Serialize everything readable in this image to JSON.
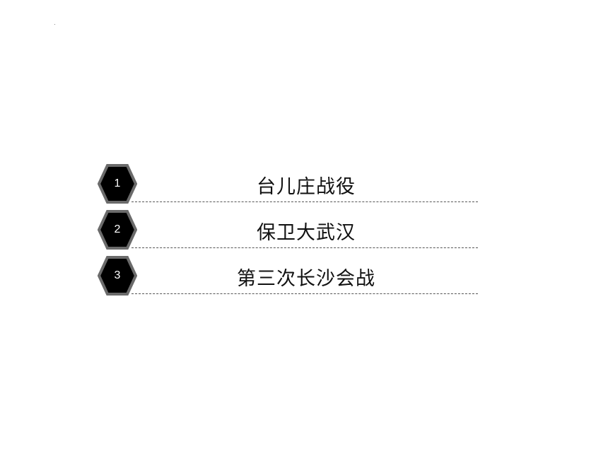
{
  "toc": {
    "items": [
      {
        "number": "1",
        "title": "台儿庄战役"
      },
      {
        "number": "2",
        "title": "保卫大武汉"
      },
      {
        "number": "3",
        "title": "第三次长沙会战"
      }
    ]
  },
  "colors": {
    "hex_fill": "#000000",
    "hex_border": "#6b6b6b",
    "text": "#111111",
    "rule": "#555555"
  }
}
